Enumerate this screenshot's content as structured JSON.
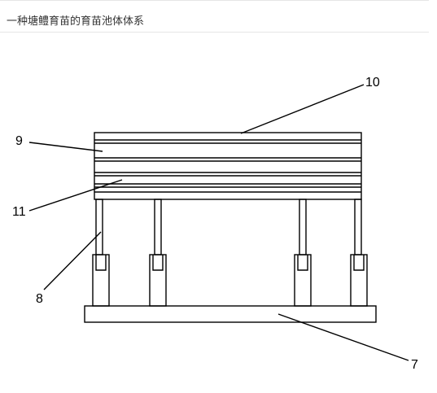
{
  "page": {
    "title": "一种塘鳢育苗的育苗池体体系"
  },
  "figure": {
    "labels": {
      "seven": "7",
      "eight": "8",
      "nine": "9",
      "ten": "10",
      "eleven": "11"
    }
  }
}
